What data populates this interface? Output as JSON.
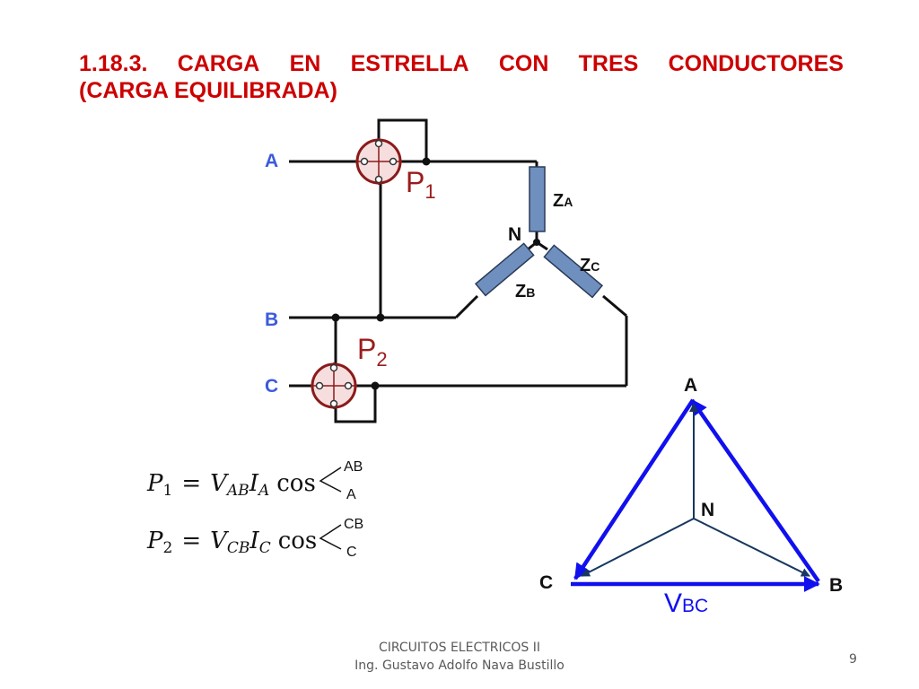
{
  "title": {
    "line1_words": [
      "1.18.3.",
      "CARGA",
      "EN",
      "ESTRELLA",
      "CON",
      "TRES",
      "CONDUCTORES"
    ],
    "line2": "(CARGA EQUILIBRADA)"
  },
  "circuit": {
    "phase_a": "A",
    "phase_b": "B",
    "phase_c": "C",
    "wattmeter1": {
      "main": "P",
      "sub": "1"
    },
    "wattmeter2": {
      "main": "P",
      "sub": "2"
    },
    "neutral": "N",
    "za": {
      "main": "Z",
      "sub": "A"
    },
    "zb": {
      "main": "Z",
      "sub": "B"
    },
    "zc": {
      "main": "Z",
      "sub": "C"
    }
  },
  "formulas": {
    "p1": {
      "lhs": "P",
      "lhs_sub": "1",
      "eq": "=",
      "v": "V",
      "v_sub": "AB",
      "i": "I",
      "i_sub": "A",
      "cos": "cos",
      "angle_top": "AB",
      "angle_bottom": "A"
    },
    "p2": {
      "lhs": "P",
      "lhs_sub": "2",
      "eq": "=",
      "v": "V",
      "v_sub": "CB",
      "i": "I",
      "i_sub": "C",
      "cos": "cos",
      "angle_top": "CB",
      "angle_bottom": "C"
    }
  },
  "phasor": {
    "vertex_a": "A",
    "vertex_b": "B",
    "vertex_c": "C",
    "center_n": "N",
    "vbc_main": "V",
    "vbc_sub": "BC"
  },
  "footer": {
    "course": "CIRCUITOS ELECTRICOS II",
    "author": "Ing. Gustavo Adolfo Nava Bustillo",
    "page": "9"
  },
  "colors": {
    "title": "#cc0000",
    "phase_label": "#3b5bdb",
    "wattmeter_label": "#9b1c1c",
    "wattmeter_fill": "#f7dede",
    "wattmeter_stroke": "#8b1a1a",
    "impedance_fill": "#6f8fbf",
    "phasor_triangle": "#1010ee",
    "phasor_star": "#17375e"
  }
}
